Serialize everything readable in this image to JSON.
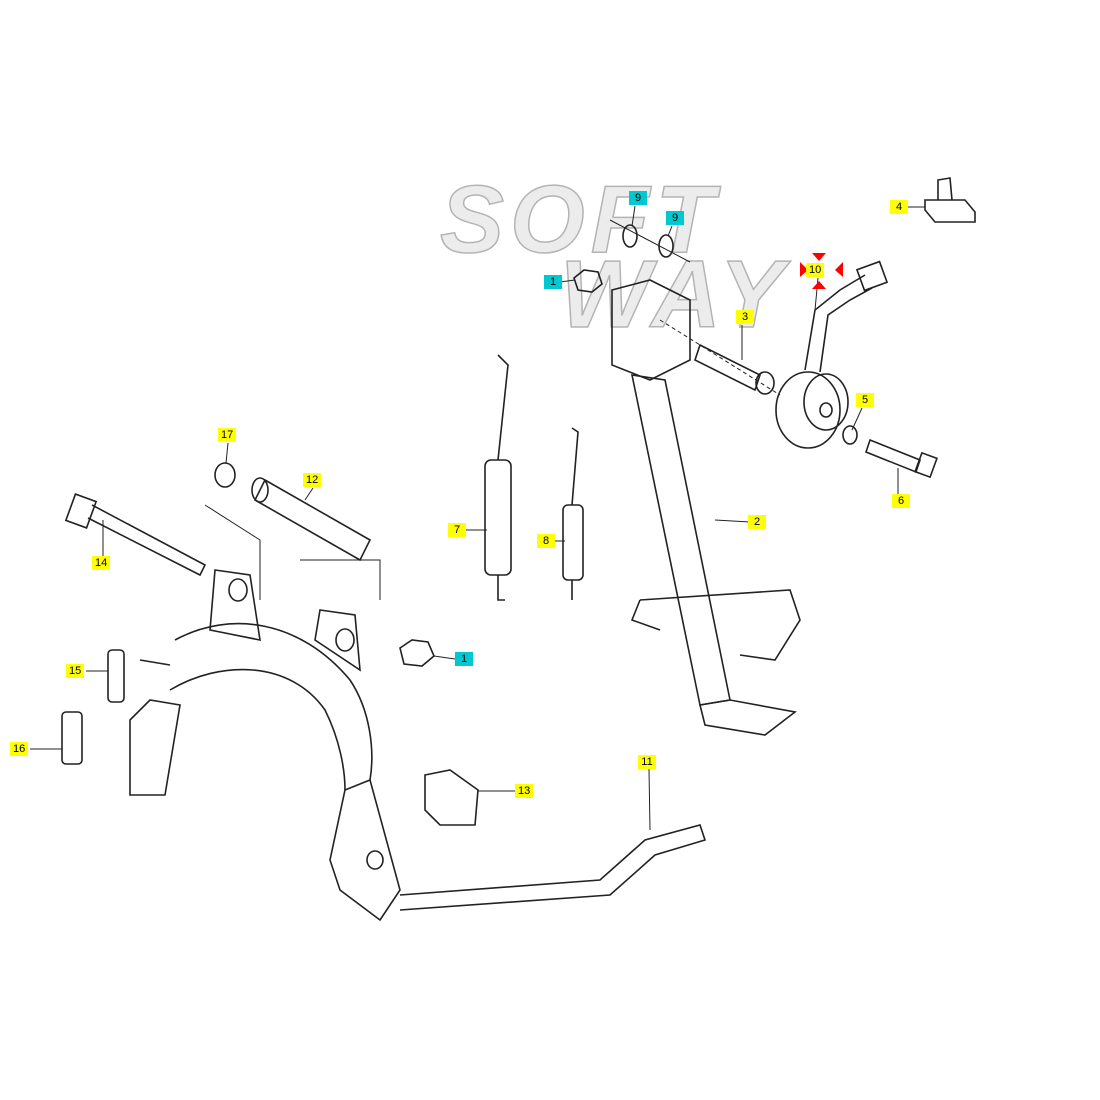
{
  "watermark": {
    "line1": "SOFT",
    "line2": "WAY"
  },
  "colors": {
    "standard_label": "#ffff00",
    "highlight_label": "#00c8d0",
    "selection_marker": "#ff0000"
  },
  "callouts": [
    {
      "id": "c-9a",
      "label": "9",
      "style": "cyan"
    },
    {
      "id": "c-9b",
      "label": "9",
      "style": "cyan"
    },
    {
      "id": "c-1a",
      "label": "1",
      "style": "cyan"
    },
    {
      "id": "c-10",
      "label": "10",
      "style": "yellow",
      "selected": true
    },
    {
      "id": "c-4",
      "label": "4",
      "style": "yellow"
    },
    {
      "id": "c-3",
      "label": "3",
      "style": "yellow"
    },
    {
      "id": "c-5",
      "label": "5",
      "style": "yellow"
    },
    {
      "id": "c-6",
      "label": "6",
      "style": "yellow"
    },
    {
      "id": "c-2",
      "label": "2",
      "style": "yellow"
    },
    {
      "id": "c-7",
      "label": "7",
      "style": "yellow"
    },
    {
      "id": "c-8",
      "label": "8",
      "style": "yellow"
    },
    {
      "id": "c-17",
      "label": "17",
      "style": "yellow"
    },
    {
      "id": "c-12",
      "label": "12",
      "style": "yellow"
    },
    {
      "id": "c-14",
      "label": "14",
      "style": "yellow"
    },
    {
      "id": "c-1b",
      "label": "1",
      "style": "cyan"
    },
    {
      "id": "c-15",
      "label": "15",
      "style": "yellow"
    },
    {
      "id": "c-16",
      "label": "16",
      "style": "yellow"
    },
    {
      "id": "c-13",
      "label": "13",
      "style": "yellow"
    },
    {
      "id": "c-11",
      "label": "11",
      "style": "yellow"
    }
  ]
}
